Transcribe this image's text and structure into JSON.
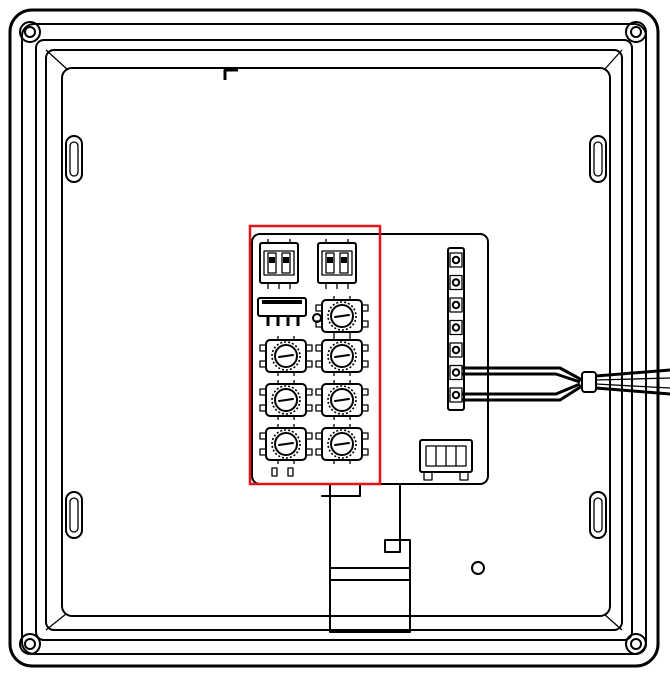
{
  "colors": {
    "line": "#000000",
    "background": "#ffffff",
    "highlight": "#e0151b"
  },
  "board": {
    "dip_switch_count": 2,
    "rotary_switch_count": 7,
    "terminal_count": 7,
    "wired_terminals": 2
  }
}
